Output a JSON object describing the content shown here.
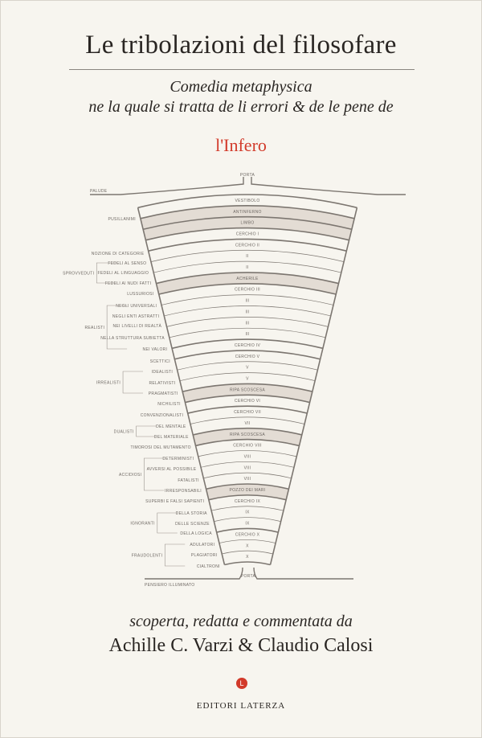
{
  "cover": {
    "title": "Le tribolazioni del filosofare",
    "subtitle_line1": "Comedia metaphysica",
    "subtitle_line2": "ne la quale si tratta de li errori & de le pene de",
    "subtitle_red": "l'Infero",
    "byline": "scoperta, redatta e commentata da",
    "authors": "Achille C. Varzi & Claudio Calosi",
    "logo_letter": "L",
    "publisher": "EDITORI LATERZA"
  },
  "colors": {
    "accent_red": "#d23a2a",
    "shaded_ring": "#e3dcd4",
    "line": "#7c7670"
  },
  "diagram": {
    "top_gate": "PORTA",
    "top_left_label": "PALUDE",
    "bottom_gate": "PORTA",
    "bottom_left_label": "PENSIERO ILLUMINATO",
    "rings": [
      {
        "label": "VESTIBOLO",
        "shaded": false
      },
      {
        "label": "ANTINFERNO",
        "shaded": true
      },
      {
        "label": "LIMBO",
        "shaded": true
      },
      {
        "label": "CERCHIO I",
        "shaded": false
      },
      {
        "label": "CERCHIO II",
        "shaded": false
      },
      {
        "label": "II",
        "shaded": false
      },
      {
        "label": "II",
        "shaded": false
      },
      {
        "label": "ACHERILE",
        "shaded": true
      },
      {
        "label": "CERCHIO III",
        "shaded": false
      },
      {
        "label": "III",
        "shaded": false
      },
      {
        "label": "III",
        "shaded": false
      },
      {
        "label": "III",
        "shaded": false
      },
      {
        "label": "III",
        "shaded": false
      },
      {
        "label": "CERCHIO IV",
        "shaded": false
      },
      {
        "label": "CERCHIO V",
        "shaded": false
      },
      {
        "label": "V",
        "shaded": false
      },
      {
        "label": "V",
        "shaded": false
      },
      {
        "label": "RIPA SCOSCESA",
        "shaded": true
      },
      {
        "label": "CERCHIO VI",
        "shaded": false
      },
      {
        "label": "CERCHIO VII",
        "shaded": false
      },
      {
        "label": "VII",
        "shaded": false
      },
      {
        "label": "RIPA SCOSCESA",
        "shaded": true
      },
      {
        "label": "CERCHIO VIII",
        "shaded": false
      },
      {
        "label": "VIII",
        "shaded": false
      },
      {
        "label": "VIII",
        "shaded": false
      },
      {
        "label": "VIII",
        "shaded": false
      },
      {
        "label": "POZZO DEI MARI",
        "shaded": true
      },
      {
        "label": "CERCHIO IX",
        "shaded": false
      },
      {
        "label": "IX",
        "shaded": false
      },
      {
        "label": "IX",
        "shaded": false
      },
      {
        "label": "CERCHIO X",
        "shaded": false
      },
      {
        "label": "X",
        "shaded": false
      },
      {
        "label": "X",
        "shaded": false
      }
    ],
    "sinners": [
      "PUSILLANIMI",
      "NOZIONE DI CATEGORIE",
      "FEDELI AL SENSO",
      "FEDELI AL LINGUAGGIO",
      "FEDELI AI NUDI FATTI",
      "LUSSURIOSI",
      "NEGLI UNIVERSALI",
      "NEGLI ENTI ASTRATTI",
      "NEI LIVELLI DI REALTÀ",
      "NELLA STRUTTURA SUBIETTA",
      "NEI VALORI",
      "SCETTICI",
      "IDEALISTI",
      "RELATIVISTI",
      "PRAGMATISTI",
      "NICHILISTI",
      "CONVENZIONALISTI",
      "DEL MENTALE",
      "DEL MATERIALE",
      "TIMOROSI DEL MUTAMENTO",
      "DETERMINISTI",
      "AVVERSI AL POSSIBILE",
      "FATALISTI",
      "IRRESPONSABILI",
      "SUPERBI E FALSI SAPIENTI",
      "DELLA STORIA",
      "DELLE SCIENZE",
      "DELLA LOGICA",
      "ADULATORI",
      "PLAGIATORI",
      "CIALTRONI"
    ],
    "groups": [
      "SPROVVEDUTI",
      "REALISTI",
      "IRREALISTI",
      "DUALISTI",
      "ACCIDIOSI",
      "IGNORANTI",
      "FRAUDOLENTI"
    ]
  }
}
